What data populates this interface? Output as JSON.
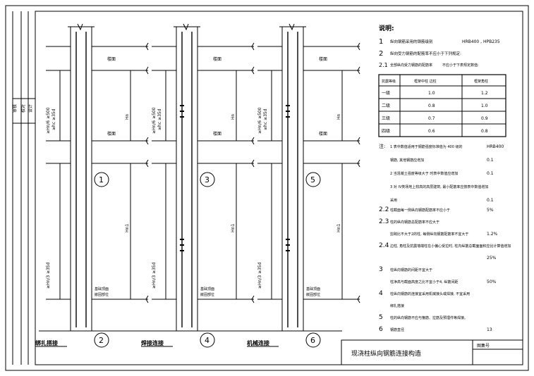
{
  "drawing": {
    "title": "现浇柱纵向钢筋连接构造",
    "title_block_label": "图集号",
    "side_block_labels": [
      "审核",
      "校对",
      "设计"
    ],
    "circle_labels": [
      "1",
      "2",
      "3",
      "4",
      "5",
      "6"
    ],
    "column_captions": [
      "绑扎搭接",
      "焊接连接",
      "机械连接"
    ],
    "dim_texts": {
      "top_a": "≥Hn/6",
      "top_b": "≥hc",
      "top_c": "≥500",
      "top_d": "≥35d",
      "mid": "Hn",
      "bot_a": "≥Hn/3",
      "bot_b": "≥35d",
      "lower": "Hn1",
      "floor": "楼面",
      "beam": "基础顶面",
      "beam2": "嵌固部位"
    }
  },
  "notes": {
    "header": "说明:",
    "items": [
      {
        "num": "1",
        "text": "纵向钢筋采用的钢筋级别",
        "extra": "HRB400 , HPB235"
      },
      {
        "num": "2",
        "text": "纵向受力钢筋的配筋率不应小于下列规定:"
      },
      {
        "num": "2.1",
        "text": "全部纵向受力钢筋的配筋率",
        "extra": "不应小于下表规定数值:"
      }
    ],
    "table": {
      "headers": [
        "抗震等级",
        "框架中柱 边柱",
        "框架角柱"
      ],
      "rows": [
        [
          "一级",
          "1.0",
          "1.2"
        ],
        [
          "二级",
          "0.8",
          "1.0"
        ],
        [
          "三级",
          "0.7",
          "0.9"
        ],
        [
          "四级",
          "0.6",
          "0.8"
        ]
      ]
    },
    "footnote_label": "注:",
    "footnotes": [
      {
        "text": "1  表中数值适用于钢筋强度标准值为 400 级的",
        "extra": "HRB400"
      },
      {
        "text": "钢筋, 其他钢筋应增加",
        "extra": "0.1"
      },
      {
        "text": "2  当混凝土强度等级大于   时表中数值应增加",
        "extra": "0.1"
      },
      {
        "text": "3  对 IV类场地上较高的高层建筑, 最小配筋率应按表中数值增加",
        "extra": ""
      },
      {
        "text": "采用",
        "extra": "0.1"
      }
    ],
    "more": [
      {
        "num": "2.2",
        "text": "柱截面每一侧纵向钢筋配筋率不应小于",
        "extra": "5%"
      },
      {
        "num": "2.3",
        "text": "柱的纵向钢筋总配筋率不应大于",
        "extra": ""
      },
      {
        "num": "",
        "text": "剪跨比不大于2的柱, 每侧纵向钢筋配筋率不宜大于",
        "extra": "1.2%"
      },
      {
        "num": "2.4",
        "text": "边柱, 角柱及抗震墙端柱在小偏心受拉时, 柱内纵筋总截面面积应比计算值增加",
        "extra": ""
      },
      {
        "num": "",
        "text": "",
        "extra": "25%"
      },
      {
        "num": "3",
        "text": "柱纵向钢筋的间距不宜大于",
        "extra": ""
      },
      {
        "num": "",
        "text": "柱净高与截面高度之比不宜小于4, 纵筋间距",
        "extra": "50%"
      },
      {
        "num": "4",
        "text": "柱纵向钢筋的连接宜采用机械接头或焊接, 不宜采用",
        "extra": ""
      },
      {
        "num": "",
        "text": "绑扎搭接",
        "extra": ""
      },
      {
        "num": "5",
        "text": "柱的纵向钢筋不应与箍筋、拉筋及预埋件等焊接。",
        "extra": ""
      },
      {
        "num": "6",
        "text": "钢筋直径",
        "extra": "13 "
      }
    ]
  }
}
